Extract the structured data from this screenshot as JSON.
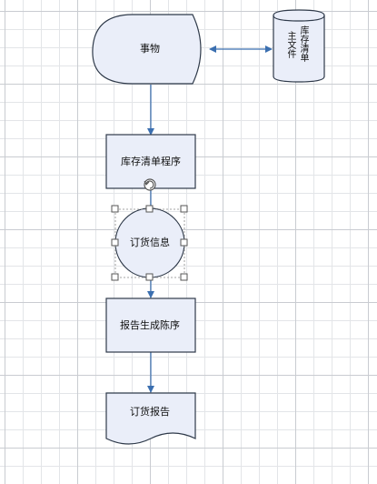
{
  "diagram": {
    "nodes": {
      "transaction": {
        "label": "事物"
      },
      "inventory_master": {
        "label_col1": "库存清单",
        "label_col2": "主文件"
      },
      "inventory_program": {
        "label": "库存清单程序"
      },
      "order_info": {
        "label": "订货信息"
      },
      "report_program": {
        "label": "报告生成陈序"
      },
      "order_report": {
        "label": "订货报告"
      }
    },
    "colors": {
      "shape_fill": "#eaeef9",
      "shape_stroke": "#2f3a4a",
      "connector": "#3b6fb0",
      "handle_fill": "#ffffff",
      "handle_stroke": "#555555"
    },
    "selection": {
      "selected_node": "order_info"
    }
  }
}
